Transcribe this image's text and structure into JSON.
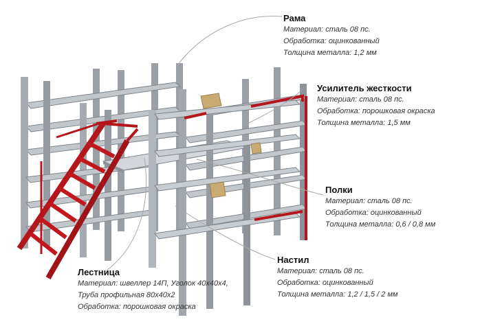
{
  "colors": {
    "steel_light": "#b9bec3",
    "steel_mid": "#8d9399",
    "steel_dark": "#5d6268",
    "accent_red": "#b3161b",
    "box": "#c9aa73",
    "leader": "#a8a8a8"
  },
  "callouts": {
    "frame": {
      "title": "Рама",
      "lines": [
        "Материал: сталь 08 пс.",
        "Обработка: оцинкованный",
        "Толщина металла: 1,2 мм"
      ]
    },
    "stiffener": {
      "title": "Усилитель жесткости",
      "lines": [
        "Материал: сталь 08 пс.",
        "Обработка: порошковая окраска",
        "Толщина металла: 1,5 мм"
      ]
    },
    "shelves": {
      "title": "Полки",
      "lines": [
        "Материал: сталь 08 пс.",
        "Обработка: оцинкованный",
        "Толщина металла: 0,6 / 0,8 мм"
      ]
    },
    "deck": {
      "title": "Настил",
      "lines": [
        "Материал: сталь 08 пс.",
        "Обработка: оцинкованный",
        "Толщина металла: 1,2 / 1,5 / 2 мм"
      ]
    },
    "ladder": {
      "title": "Лестница",
      "lines": [
        "Материал: швеллер 14П, Уголок 40х40х4,",
        "Труба профильная 80х40х2",
        "Обработка: порошковая окраска"
      ]
    }
  }
}
